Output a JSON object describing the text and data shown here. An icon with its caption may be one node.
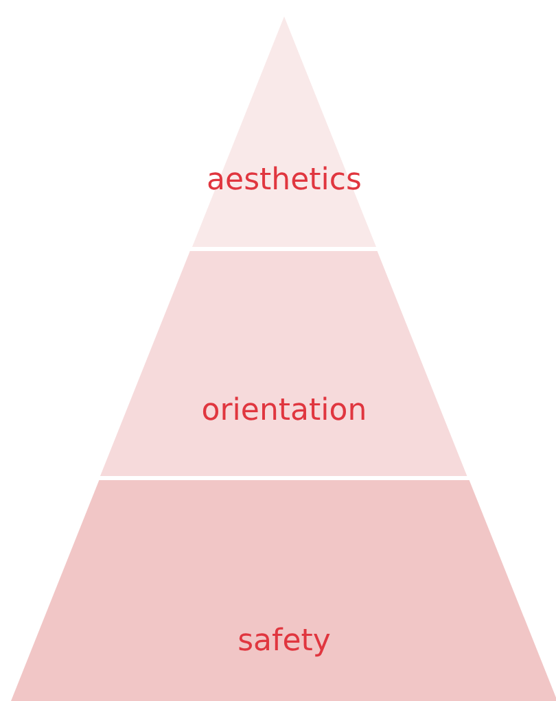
{
  "diagram": {
    "nodes": [
      {
        "text": [
          "aesthetics"
        ]
      },
      {
        "text": [
          "orientation"
        ]
      },
      {
        "text": [
          "safety"
        ]
      }
    ]
  }
}
